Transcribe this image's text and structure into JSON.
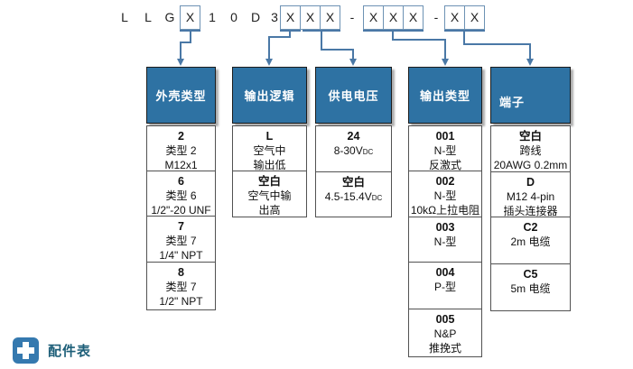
{
  "code": {
    "items": [
      {
        "type": "char",
        "value": "L"
      },
      {
        "type": "char",
        "value": "L"
      },
      {
        "type": "char",
        "value": "G"
      },
      {
        "type": "box",
        "value": "X"
      },
      {
        "type": "char",
        "value": "1"
      },
      {
        "type": "char",
        "value": "0"
      },
      {
        "type": "char",
        "value": "D"
      },
      {
        "type": "char",
        "value": "3"
      },
      {
        "type": "box",
        "value": "X"
      },
      {
        "type": "box",
        "value": "X"
      },
      {
        "type": "box",
        "value": "X"
      },
      {
        "type": "char",
        "value": "-"
      },
      {
        "type": "box",
        "value": "X"
      },
      {
        "type": "box",
        "value": "X"
      },
      {
        "type": "box",
        "value": "X"
      },
      {
        "type": "char",
        "value": "-"
      },
      {
        "type": "box",
        "value": "X"
      },
      {
        "type": "box",
        "value": "X"
      }
    ]
  },
  "columns": [
    {
      "key": "housing-type",
      "header": "外壳类型",
      "cells": [
        [
          "2",
          "类型 2",
          "M12x1"
        ],
        [
          "6",
          "类型 6",
          "1/2\"-20 UNF"
        ],
        [
          "7",
          "类型 7",
          "1/4\" NPT"
        ],
        [
          "8",
          "类型 7",
          "1/2\" NPT"
        ]
      ]
    },
    {
      "key": "output-logic",
      "header": "输出逻辑",
      "cells": [
        [
          "L",
          "空气中",
          "输出低"
        ],
        [
          "空白",
          "空气中输",
          "出高"
        ]
      ]
    },
    {
      "key": "supply-voltage",
      "header": "供电电压",
      "cells": [
        [
          "24",
          "8-30Vdc"
        ],
        [
          "空白",
          "4.5-15.4Vdc"
        ]
      ]
    },
    {
      "key": "output-type",
      "header": "输出类型",
      "cells": [
        [
          "001",
          "N-型",
          "反激式"
        ],
        [
          "002",
          "N-型",
          "10kΩ上拉电阻"
        ],
        [
          "003",
          "N-型"
        ],
        [
          "004",
          "P-型"
        ],
        [
          "005",
          "N&P",
          "推挽式"
        ]
      ]
    },
    {
      "key": "terminal",
      "header": "端子",
      "cells": [
        [
          "空白",
          "跨线",
          "20AWG 0.2mm"
        ],
        [
          "D",
          "M12 4-pin",
          "插头连接器"
        ],
        [
          "C2",
          "2m 电缆"
        ],
        [
          "C5",
          "5m 电缆"
        ]
      ]
    }
  ],
  "footer": {
    "label": "配件表"
  },
  "colors": {
    "header_bg": "#2e72a3",
    "connector": "#4a78a6",
    "box_border": "#6d92b4",
    "icon_bg": "#3579af",
    "footer_text": "#1c5e78"
  }
}
